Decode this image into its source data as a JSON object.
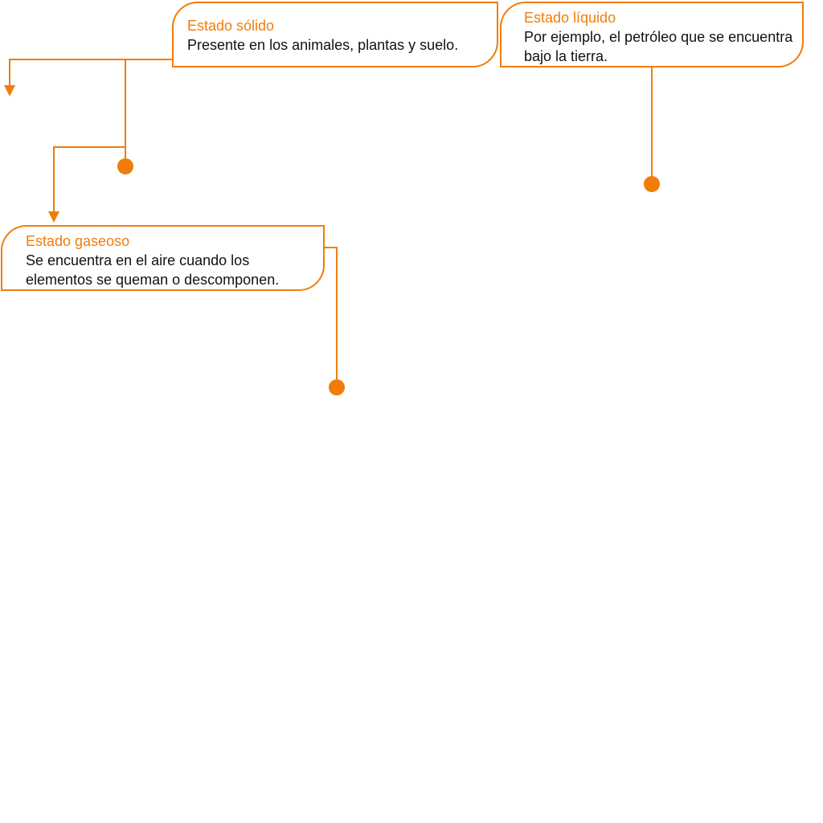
{
  "colors": {
    "accent": "#f07d0a",
    "text": "#111111",
    "background": "#ffffff"
  },
  "callouts": {
    "solid": {
      "title": "Estado sólido",
      "text": "Presente en los animales, plantas y suelo."
    },
    "liquid": {
      "title": "Estado líquido",
      "text": "Por ejemplo, el petróleo que se encuentra bajo la tierra."
    },
    "gas": {
      "title": "Estado gaseoso",
      "text": "Se encuentra en el aire cuando los elementos se queman o descomponen."
    }
  }
}
